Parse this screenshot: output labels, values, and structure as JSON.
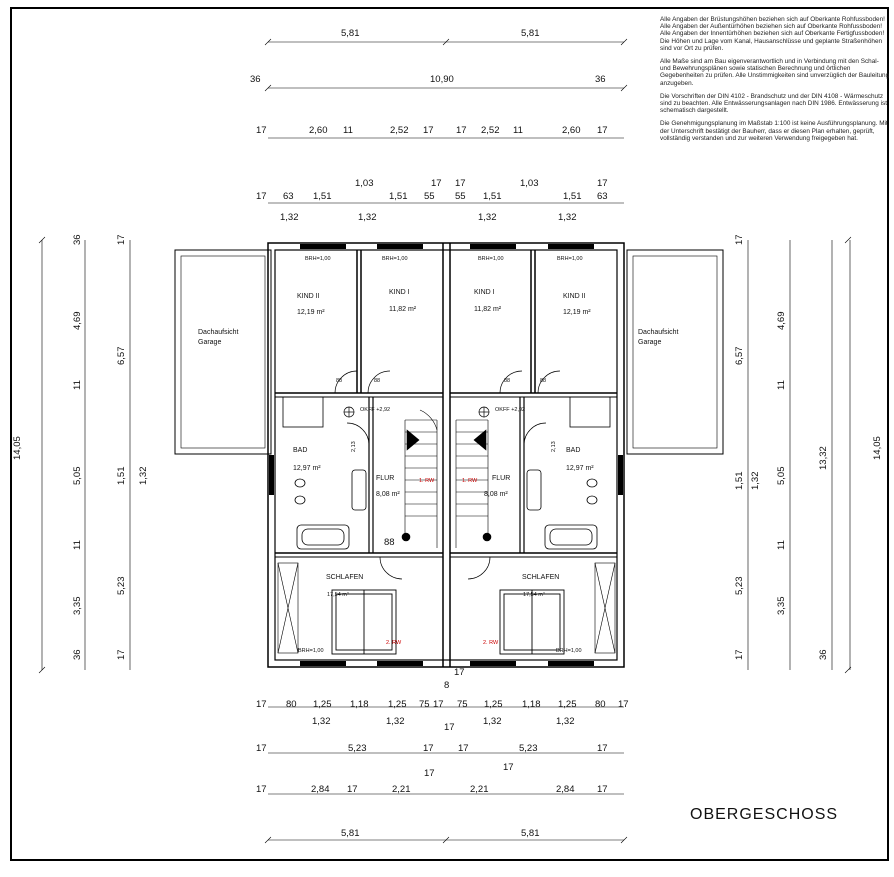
{
  "title": "OBERGESCHOSS",
  "notes": [
    "Alle Angaben der Brüstungshöhen beziehen sich auf Oberkante Rohfussboden! Alle Angaben der Außentürhöhen beziehen sich auf Oberkante Rohfussboden! Alle Angaben der Innentürhöhen beziehen sich auf Oberkante Fertigfussboden! Die Höhen und Lage vom Kanal, Hausanschlüsse und geplante Straßenhöhen sind vor Ort zu prüfen.",
    "Alle Maße sind am Bau eigenverantwortlich und in Verbindung mit den Schal- und Bewehrungsplänen sowie statischen Berechnung und örtlichen Gegebenheiten zu prüfen. Alle Unstimmigkeiten sind unverzüglich der Bauleitung anzugeben.",
    "Die Vorschriften der DIN 4102 - Brandschutz und der DIN 4108 - Wärmeschutz sind zu beachten. Alle Entwässerungsanlagen nach DIN 1986. Entwässerung ist schematisch dargestellt.",
    "Die Genehmigungsplanung im Maßstab 1:100 ist keine Ausführungsplanung. Mit der Unterschrift bestätigt der Bauherr, dass er diesen Plan erhalten, geprüft, vollständig verstanden und zur weiteren Verwendung freigegeben hat."
  ],
  "rooms": {
    "kind2_left": {
      "name": "KIND II",
      "area": "12,19 m²",
      "brh": "BRH=1,00"
    },
    "kind1_left": {
      "name": "KIND I",
      "area": "11,82 m²",
      "brh": "BRH=1,00"
    },
    "kind1_right": {
      "name": "KIND I",
      "area": "11,82 m²",
      "brh": "BRH=1,00"
    },
    "kind2_right": {
      "name": "KIND II",
      "area": "12,19 m²",
      "brh": "BRH=1,00"
    },
    "bad_left": {
      "name": "BAD",
      "area": "12,97 m²"
    },
    "bad_right": {
      "name": "BAD",
      "area": "12,97 m²"
    },
    "flur_left": {
      "name": "FLUR",
      "area": "8,08 m²"
    },
    "flur_right": {
      "name": "FLUR",
      "area": "8,08 m²"
    },
    "schlafen_left": {
      "name": "SCHLAFEN",
      "area": "17,54 m²",
      "brh": "BRH=1,00"
    },
    "schlafen_right": {
      "name": "SCHLAFEN",
      "area": "17,54 m²",
      "brh": "BRH=1,00"
    },
    "garage_left": {
      "name": "Dachaufsicht",
      "name2": "Garage"
    },
    "garage_right": {
      "name": "Dachaufsicht",
      "name2": "Garage"
    }
  },
  "levels": {
    "okff": "OKFF +2,92"
  },
  "stair": {
    "rw": "1. RW",
    "rw2": "2. RW"
  },
  "dims": {
    "top1": [
      "5,81",
      "5,81"
    ],
    "top2": [
      "36",
      "10,90",
      "36"
    ],
    "top3": [
      "17",
      "2,60",
      "11",
      "2,52",
      "17",
      "17",
      "2,52",
      "11",
      "2,60",
      "17"
    ],
    "top4": [
      "17",
      "63",
      "1,51",
      "1,03",
      "1,51",
      "55",
      "17",
      "17",
      "55",
      "1,51",
      "1,03",
      "1,51",
      "63",
      "17"
    ],
    "top5": [
      "1,32",
      "1,32",
      "1,32",
      "1,32"
    ],
    "left_outer": "14,05",
    "left_mid": [
      "4,69",
      "11",
      "5,05",
      "11",
      "3,35",
      "36"
    ],
    "left_mid_top": "36",
    "left_inner": [
      "6,57",
      "1,51",
      "1,32",
      "5,23",
      "17",
      "17"
    ],
    "right_outer": "14,05",
    "right_inner": "13,32",
    "right_mid": [
      "4,69",
      "11",
      "5,05",
      "11",
      "3,35",
      "36"
    ],
    "right_a": [
      "6,57",
      "1,51",
      "1,32",
      "5,23",
      "17",
      "17"
    ],
    "bot1": [
      "17",
      "80",
      "1,25",
      "1,18",
      "1,25",
      "75",
      "17",
      "75",
      "1,25",
      "1,18",
      "1,25",
      "80",
      "17"
    ],
    "bot1b": [
      "1,32",
      "1,32",
      "1,32",
      "1,32"
    ],
    "bot2": [
      "17",
      "5,23",
      "17",
      "17",
      "5,23",
      "17"
    ],
    "bot3": [
      "17",
      "2,84",
      "17",
      "2,21",
      "17",
      "2,21",
      "17",
      "2,84",
      "17"
    ],
    "bot4": [
      "5,81",
      "5,81"
    ],
    "door": [
      "88",
      "88",
      "88",
      "88",
      "2,13",
      "2,13",
      "88"
    ],
    "center": [
      "8",
      "17",
      "17"
    ]
  }
}
